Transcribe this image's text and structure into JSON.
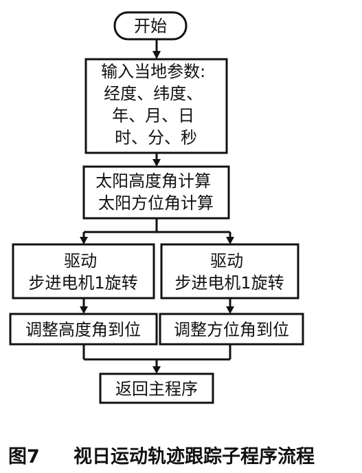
{
  "nodes": {
    "start": {
      "lines": [
        "开始"
      ]
    },
    "input": {
      "lines": [
        "输入当地参数:",
        "经度、纬度、",
        "年、月、日",
        "时、分、秒"
      ]
    },
    "calc": {
      "lines": [
        "太阳高度角计算",
        "太阳方位角计算"
      ]
    },
    "drive_left": {
      "lines": [
        "驱动",
        "步进电机1旋转"
      ]
    },
    "drive_right": {
      "lines": [
        "驱动",
        "步进电机1旋转"
      ]
    },
    "adjust_left": {
      "lines": [
        "调整高度角到位"
      ]
    },
    "adjust_right": {
      "lines": [
        "调整方位角到位"
      ]
    },
    "return": {
      "lines": [
        "返回主程序"
      ]
    }
  },
  "caption": {
    "figure_label": "图7",
    "title": "视日运动轨迹跟踪子程序流程"
  }
}
